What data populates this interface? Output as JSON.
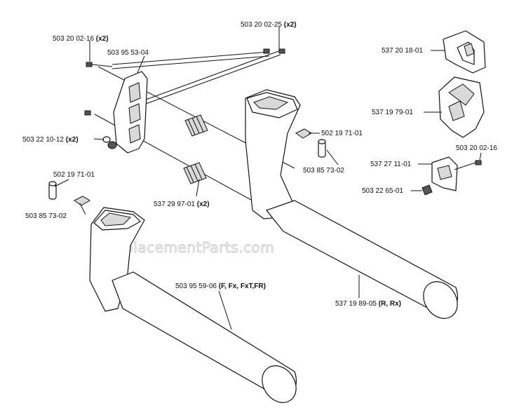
{
  "watermark": "eReplacementParts.com",
  "callouts": [
    {
      "id": "bolt-top-left",
      "part": "503 20 02-16",
      "qty": "(x2)"
    },
    {
      "id": "bolt-top-right",
      "part": "503 20 02-25",
      "qty": "(x2)"
    },
    {
      "id": "bracket",
      "part": "503 95 53-04",
      "qty": ""
    },
    {
      "id": "washer-left",
      "part": "503 22 10-12",
      "qty": "(x2)"
    },
    {
      "id": "spring",
      "part": "537 29 97-01",
      "qty": "(x2)"
    },
    {
      "id": "nut-right",
      "part": "502 19 71-01",
      "qty": ""
    },
    {
      "id": "spacer-right",
      "part": "503 85 73-02",
      "qty": ""
    },
    {
      "id": "nut-left",
      "part": "502 19 71-01",
      "qty": ""
    },
    {
      "id": "spacer-left",
      "part": "503 85 73-02",
      "qty": ""
    },
    {
      "id": "handle-front",
      "part": "503 95 59-06",
      "qty": "(F, Fx, FxT,FR)"
    },
    {
      "id": "handle-rear",
      "part": "537 19 89-05",
      "qty": "(R, Rx)"
    },
    {
      "id": "cap",
      "part": "537 20 18-01",
      "qty": ""
    },
    {
      "id": "guard",
      "part": "537 19 79-01",
      "qty": ""
    },
    {
      "id": "clamp",
      "part": "537 27 11-01",
      "qty": ""
    },
    {
      "id": "screw-clamp",
      "part": "503 20 02-16",
      "qty": ""
    },
    {
      "id": "nut-clamp",
      "part": "503 22 65-01",
      "qty": ""
    }
  ]
}
